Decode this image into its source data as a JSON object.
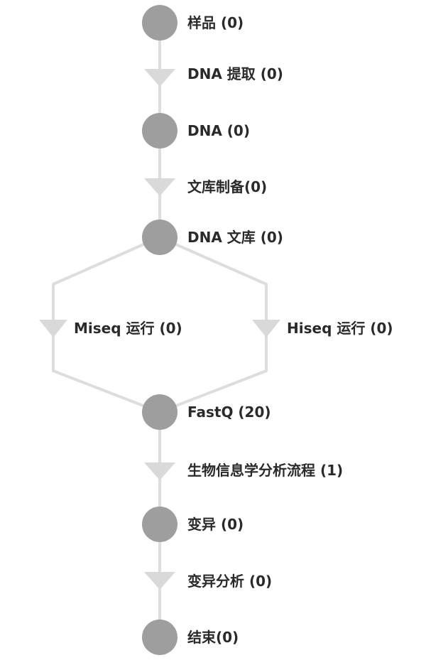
{
  "colors": {
    "node": "#9e9e9e",
    "edge": "#dddddd",
    "arrow": "#d9d9d9",
    "text": "#2a2a2a"
  },
  "nodes": {
    "sample": "样品 (0)",
    "dna": "DNA (0)",
    "library": "DNA 文库 (0)",
    "fastq": "FastQ (20)",
    "variant": "变异 (0)",
    "end": "结束(0)"
  },
  "steps": {
    "dna_extraction": "DNA 提取 (0)",
    "library_prep": "文库制备(0)",
    "miseq_run": "Miseq 运行 (0)",
    "hiseq_run": "Hiseq 运行 (0)",
    "bioinformatics": "生物信息学分析流程 (1)",
    "variant_analysis": "变异分析 (0)"
  }
}
